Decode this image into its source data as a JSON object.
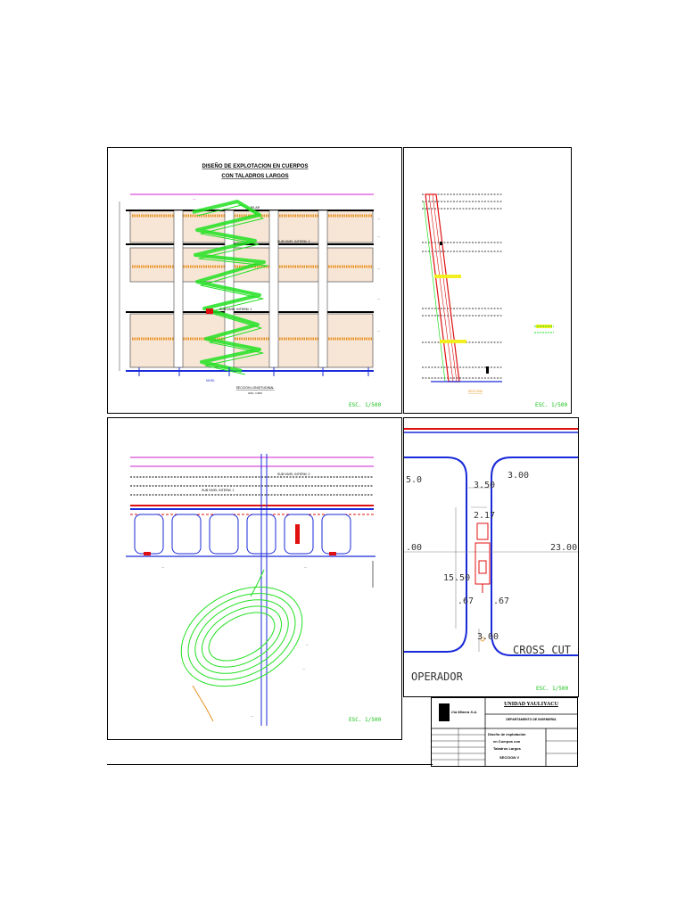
{
  "sheet": {
    "panel1": {
      "title_line1": "DISEÑO DE EXPLOTACION EN CUERPOS",
      "title_line2": "CON TALADROS LARGOS",
      "label_pilar": "PILAR",
      "label_sub_nivel2": "SUB NIVEL INTERM. 2",
      "label_sub_nivel1": "SUB NIVEL INTERM. 1",
      "label_nivel": "NIVEL",
      "section_caption": "SECCION LONGITUDINAL",
      "section_scale": "ESC. 1:500",
      "scale": "ESC. 1/500"
    },
    "panel2": {
      "section_caption": "SECCION",
      "scale": "ESC. 1/500"
    },
    "panel3": {
      "label_sub_nivel2": "SUB NIVEL INTERM. 2",
      "label_sub_nivel1": "SUB NIVEL INTERM. 1",
      "scale": "ESC. 1/500"
    },
    "panel4": {
      "dim_left_top": "5.0",
      "dim_3_50": "3.50",
      "dim_3_00_top": "3.00",
      "dim_2_17": "2.17",
      "dim_left_mid": ".00",
      "dim_23_00": "23.00",
      "dim_15_50": "15.50",
      "dim_67_left": ".67",
      "dim_67_right": ".67",
      "dim_3_00_bottom": "3.00",
      "label_cross_cut": "CROSS CUT",
      "label_operador": "OPERADOR",
      "scale": "ESC. 1/500"
    },
    "title_block": {
      "unit_name": "UNIDAD YAULIYACU",
      "department": "DEPARTAMENTO DE INGENIERIA",
      "drawing_title_line1": "Diseño de explotación",
      "drawing_title_line2": "en Cuerpos con",
      "drawing_title_line3": "Taladros Largos",
      "drawing_section": "SECCION V",
      "company": "Cía Minera S.A."
    },
    "colors": {
      "green": "#22e022",
      "red": "#e01010",
      "blue": "#1a2ad8",
      "magenta": "#d020d0",
      "orange": "#e89020",
      "yellow": "#f2ee20"
    }
  }
}
